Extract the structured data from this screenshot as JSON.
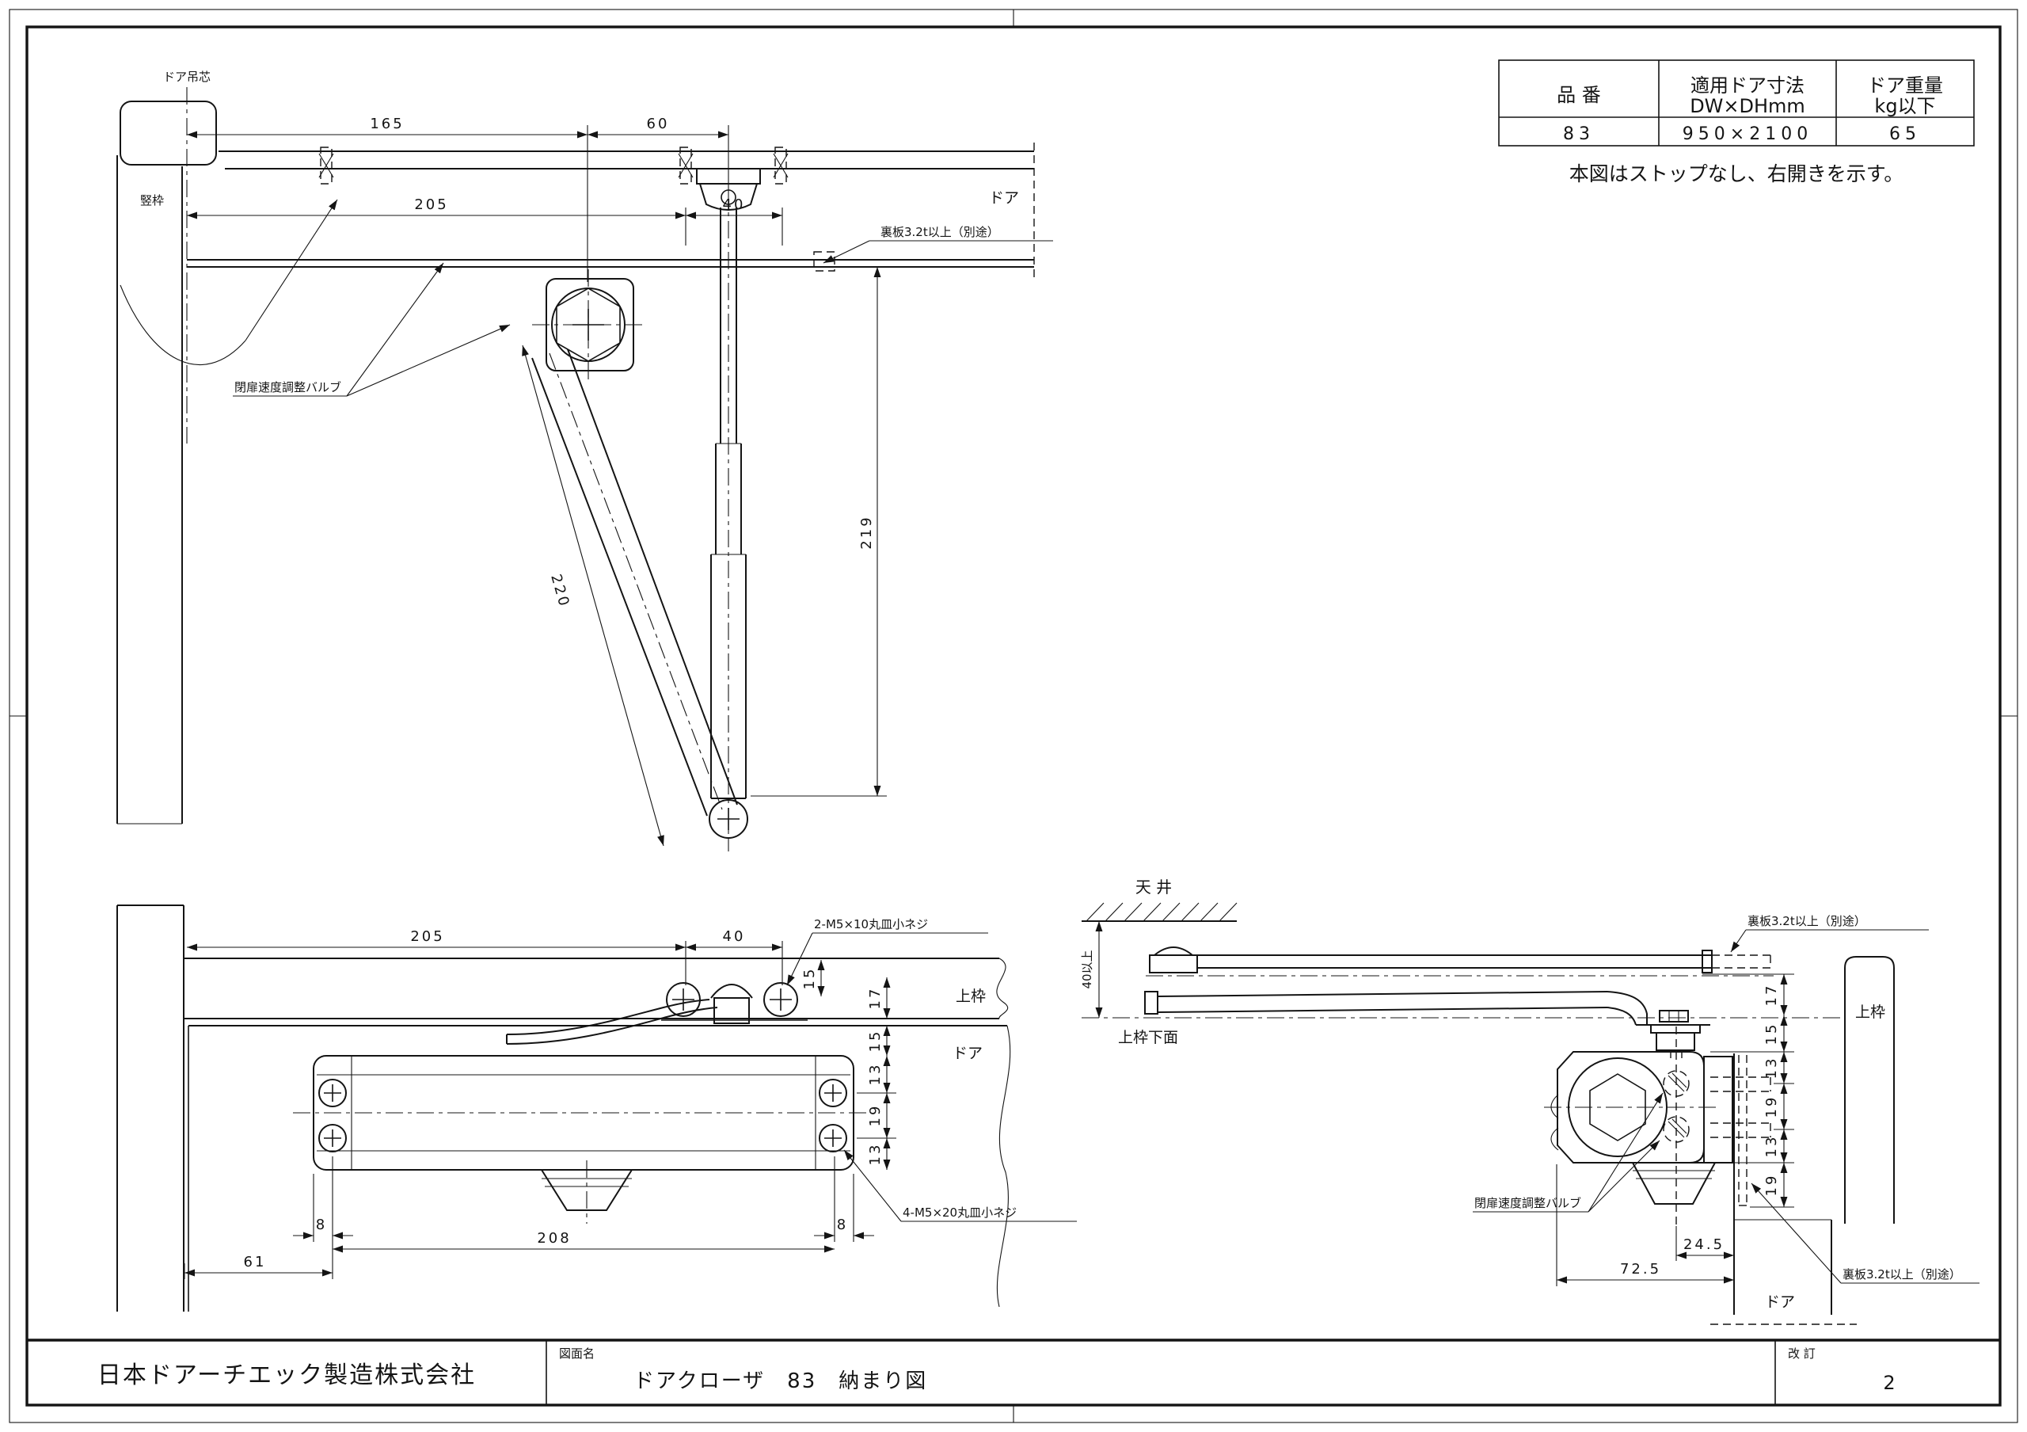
{
  "spec_table": {
    "headers": {
      "part_no": "品 番",
      "door_size_line1": "適用ドア寸法",
      "door_size_line2": "DW×DHmm",
      "weight_line1": "ドア重量",
      "weight_line2": "kg以下"
    },
    "values": {
      "part_no": "83",
      "door_size": "950×2100",
      "weight": "65"
    },
    "note": "本図はストップなし、右開きを示す。"
  },
  "title_block": {
    "company": "日本ドアーチエック製造株式会社",
    "drawing_name_label": "図面名",
    "drawing_name": "ドアクローザ　83　納まり図",
    "revision_label": "改 訂",
    "revision": "2"
  },
  "plan_view": {
    "labels": {
      "door_pivot": "ドア吊芯",
      "jamb": "竪枠",
      "door": "ドア",
      "back_plate": "裏板3.2t以上（別途）",
      "valve": "閉扉速度調整バルブ"
    },
    "dims": {
      "hinge_to_spindle": "165",
      "spindle_to_link": "60",
      "hinge_to_screw": "205",
      "screw_pitch": "40",
      "projection": "219",
      "arm_length": "220"
    }
  },
  "front_view": {
    "labels": {
      "head_frame": "上枠",
      "door": "ドア",
      "arm_screws": "2-M5×10丸皿小ネジ",
      "body_screws": "4-M5×20丸皿小ネジ"
    },
    "dims": {
      "frame_to_screw": "15",
      "screw_to_soffit": "17",
      "soffit_to_body": "15",
      "body_to_hole": "13",
      "hole_pitch": "19",
      "hole_to_bottom": "13",
      "edge_left": "8",
      "hole_span": "208",
      "edge_right": "8",
      "jamb_to_hole": "61",
      "hinge_to_screw": "205",
      "screw_pitch": "40"
    }
  },
  "side_view": {
    "labels": {
      "ceiling": "天 井",
      "soffit": "上枠下面",
      "head_frame": "上枠",
      "door": "ドア",
      "back_plate_upper": "裏板3.2t以上（別途）",
      "back_plate_lower": "裏板3.2t以上（別途）",
      "valve": "閉扉速度調整バルブ"
    },
    "dims": {
      "ceiling_clearance": "40以上",
      "d17": "17",
      "d15": "15",
      "d13_upper": "13",
      "d19_upper": "19",
      "d13_lower": "13",
      "d19_lower": "19",
      "spindle_to_door": "24.5",
      "body_to_door": "72.5"
    }
  }
}
